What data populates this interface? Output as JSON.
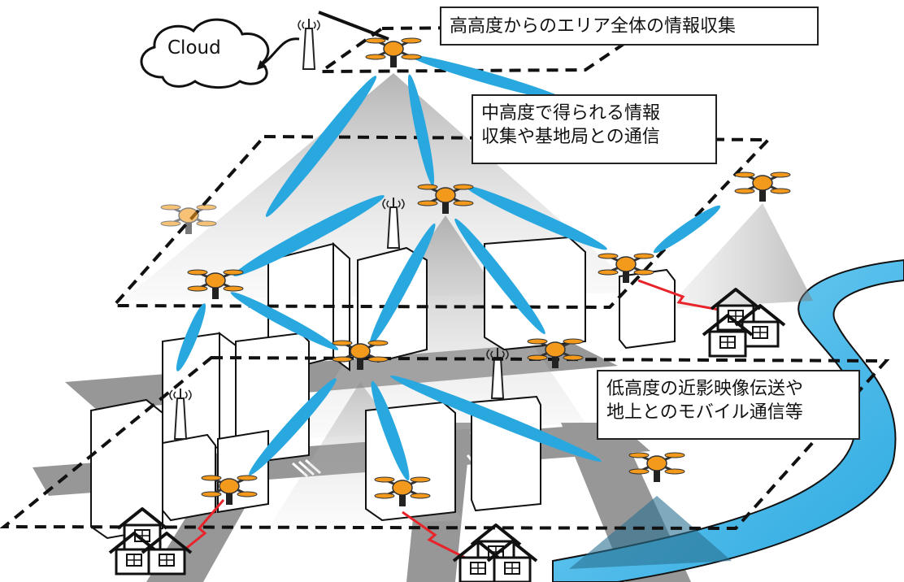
{
  "cloud": {
    "label": "Cloud"
  },
  "callouts": {
    "high": {
      "lines": [
        "高高度からのエリア全体の情報収集"
      ]
    },
    "mid": {
      "lines": [
        "中高度で得られる情報",
        "収集や基地局との通信"
      ]
    },
    "low": {
      "lines": [
        "低高度の近影映像伝送や",
        "地上とのモバイル通信等"
      ]
    }
  },
  "colors": {
    "beam": "#29a8e0",
    "drone_body": "#f39a1c",
    "river": "#3cb8ec",
    "red_link": "#e8232a",
    "plane_dash": "#111111",
    "shadow": "#9a9a9a"
  }
}
